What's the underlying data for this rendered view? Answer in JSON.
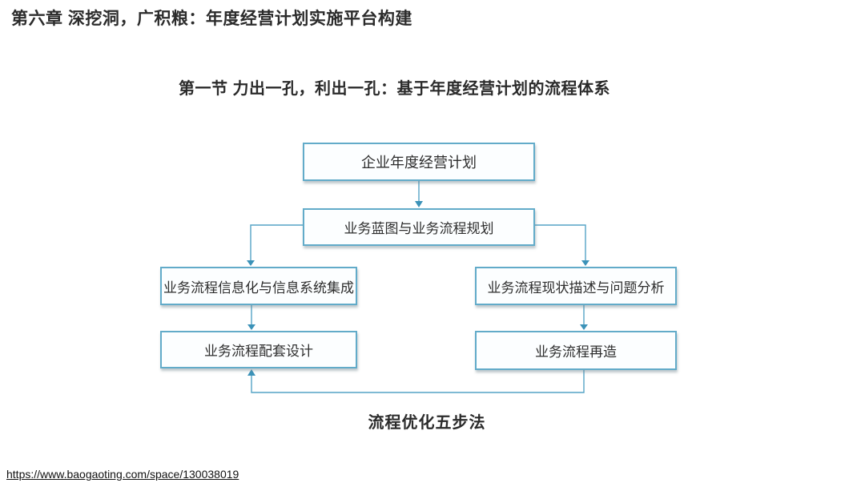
{
  "slide": {
    "chapter_title": "第六章  深挖洞，广积粮：年度经营计划实施平台构建",
    "section_title": "第一节  力出一孔，利出一孔：基于年度经营计划的流程体系",
    "footer_link": "https://www.baogaoting.com/space/130038019"
  },
  "diagram": {
    "caption": "流程优化五步法",
    "nodes": [
      {
        "id": "annual-operating-plan",
        "label": "企业年度经营计划"
      },
      {
        "id": "business-blueprint-process-planning",
        "label": "业务蓝图与业务流程规划"
      },
      {
        "id": "process-informatization-system-integration",
        "label": "业务流程信息化与信息系统集成"
      },
      {
        "id": "process-status-problem-analysis",
        "label": "业务流程现状描述与问题分析"
      },
      {
        "id": "process-supporting-design",
        "label": "业务流程配套设计"
      },
      {
        "id": "process-reengineering",
        "label": "业务流程再造"
      }
    ],
    "edges": [
      {
        "from": "annual-operating-plan",
        "to": "business-blueprint-process-planning"
      },
      {
        "from": "business-blueprint-process-planning",
        "to": "process-informatization-system-integration"
      },
      {
        "from": "business-blueprint-process-planning",
        "to": "process-status-problem-analysis"
      },
      {
        "from": "process-informatization-system-integration",
        "to": "process-supporting-design"
      },
      {
        "from": "process-status-problem-analysis",
        "to": "process-reengineering"
      },
      {
        "from": "process-reengineering",
        "to": "process-supporting-design"
      }
    ],
    "colors": {
      "box_border": "#62ABC9",
      "box_fill": "#FCFEFF",
      "connector_line": "#55A4C6",
      "arrowhead": "#3B92B8",
      "text": "#2D2D2D"
    }
  }
}
